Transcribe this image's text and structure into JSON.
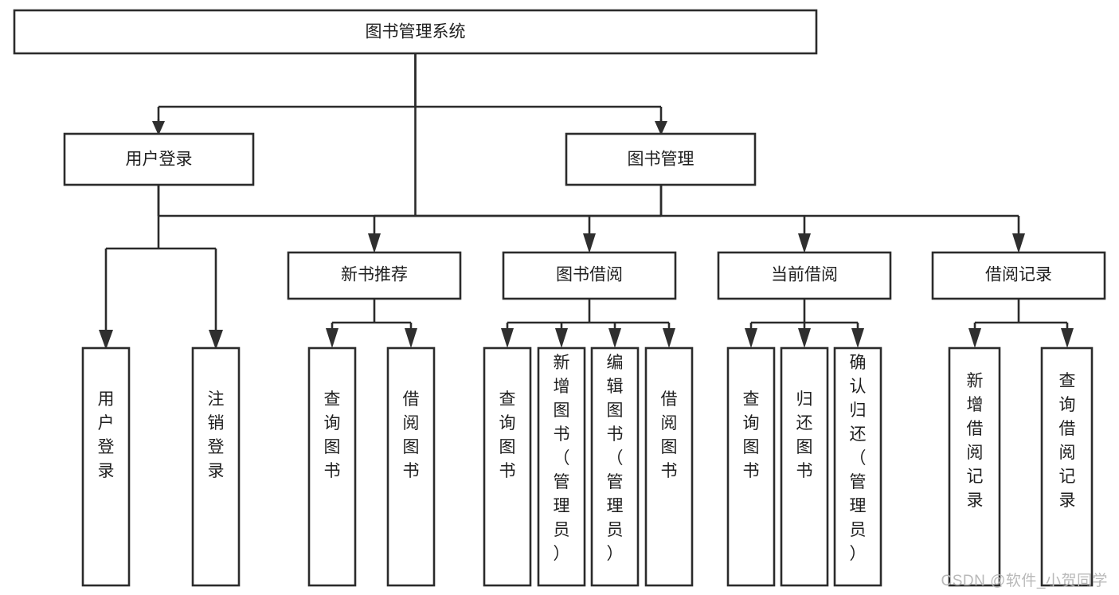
{
  "diagram": {
    "type": "tree-flowchart",
    "orientation": "top-down",
    "title": "图书管理系统",
    "background_color": "#ffffff",
    "box_stroke_color": "#2b2b2b",
    "text_color": "#1f1f1f",
    "watermark": "CSDN @软件_小贺同学",
    "levels": {
      "root": {
        "label": "图书管理系统"
      },
      "level2": [
        {
          "id": "user-login",
          "label": "用户登录"
        },
        {
          "id": "book-management",
          "label": "图书管理"
        }
      ],
      "level3": [
        {
          "id": "new-book-recommend",
          "label": "新书推荐",
          "parent": "book-management"
        },
        {
          "id": "book-borrow",
          "label": "图书借阅",
          "parent": "book-management"
        },
        {
          "id": "current-borrow",
          "label": "当前借阅",
          "parent": "book-management"
        },
        {
          "id": "borrow-record",
          "label": "借阅记录",
          "parent": "book-management"
        }
      ],
      "leaves": [
        {
          "id": "leaf-user-login",
          "label": "用户登录",
          "parent": "user-login"
        },
        {
          "id": "leaf-logout-login",
          "label": "注销登录",
          "parent": "user-login"
        },
        {
          "id": "leaf-query-book-1",
          "label": "查询图书",
          "parent": "new-book-recommend"
        },
        {
          "id": "leaf-borrow-book-1",
          "label": "借阅图书",
          "parent": "new-book-recommend"
        },
        {
          "id": "leaf-query-book-2",
          "label": "查询图书",
          "parent": "book-borrow"
        },
        {
          "id": "leaf-add-book",
          "label": "新增图书（管理员）",
          "parent": "book-borrow"
        },
        {
          "id": "leaf-edit-book",
          "label": "编辑图书（管理员）",
          "parent": "book-borrow"
        },
        {
          "id": "leaf-borrow-book-2",
          "label": "借阅图书",
          "parent": "book-borrow"
        },
        {
          "id": "leaf-query-book-3",
          "label": "查询图书",
          "parent": "current-borrow"
        },
        {
          "id": "leaf-return-book",
          "label": "归还图书",
          "parent": "current-borrow"
        },
        {
          "id": "leaf-confirm-return",
          "label": "确认归还（管理员）",
          "parent": "current-borrow"
        },
        {
          "id": "leaf-add-record",
          "label": "新增借阅记录",
          "parent": "borrow-record"
        },
        {
          "id": "leaf-query-record",
          "label": "查询借阅记录",
          "parent": "borrow-record"
        }
      ]
    }
  }
}
